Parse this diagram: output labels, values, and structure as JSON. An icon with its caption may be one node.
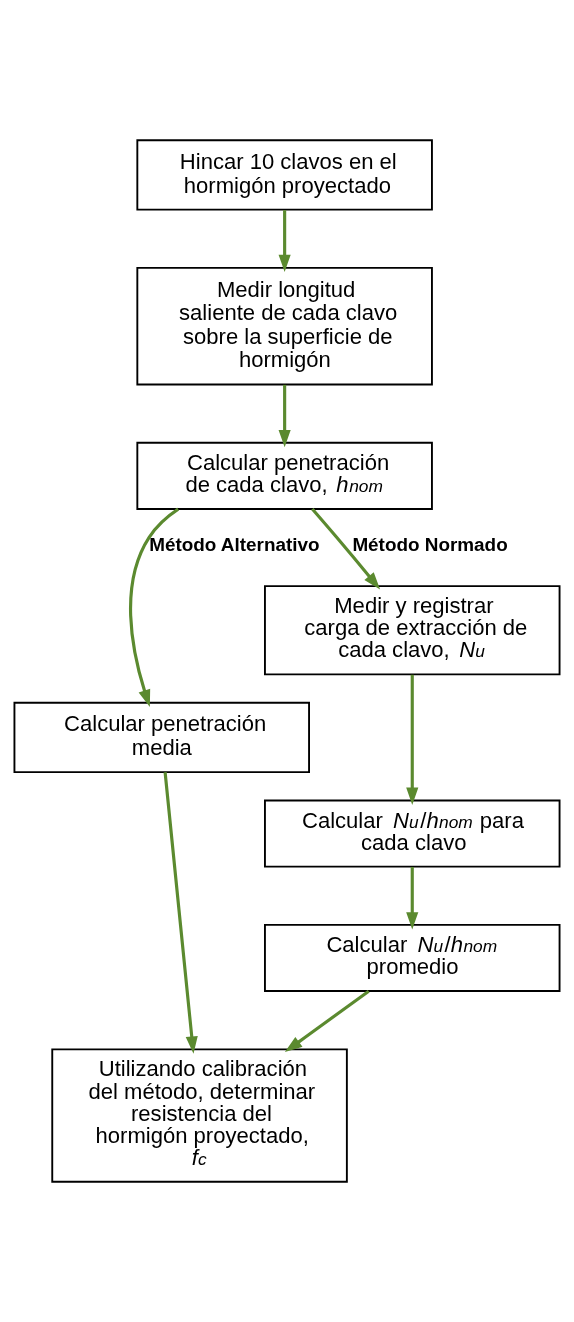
{
  "diagram": {
    "nodes": [
      {
        "text": [
          "Hincar 10 clavos en el hormigón proyectado"
        ]
      },
      {
        "text": [
          "Medir longitud saliente de cada clavo sobre la superficie de hormigón"
        ]
      },
      {
        "text": [
          "Calcular penetración de cada clavo, *h*$_{nom}$"
        ]
      },
      {
        "text": [
          "Calcular penetración media"
        ]
      },
      {
        "text": [
          "Medir y registrar carga de extracción de cada clavo, *N*$_{u}$"
        ]
      },
      {
        "text": [
          "Calcular *N*$_{u}$/*h*$_{nom}$ para cada clavo"
        ]
      },
      {
        "text": [
          "Calcular *N*$_{u}$/*h*$_{nom}$ promedio"
        ]
      },
      {
        "text": [
          "Utilizando calibración del método, determinar resistencia del hormigón proyectado, *f*$_{c}$"
        ]
      }
    ],
    "edges": [
      {
        "from": 0,
        "to": 1,
        "arrow": "to"
      },
      {
        "from": 1,
        "to": 2,
        "arrow": "to"
      },
      {
        "from": 2,
        "to": 3,
        "arrow": "to",
        "label": "Método Alternativo"
      },
      {
        "from": 2,
        "to": 4,
        "arrow": "to",
        "label": "Método Normado"
      },
      {
        "from": 4,
        "to": 5,
        "arrow": "to"
      },
      {
        "from": 5,
        "to": 6,
        "arrow": "to"
      },
      {
        "from": 3,
        "to": 7,
        "arrow": "to"
      },
      {
        "from": 6,
        "to": 7,
        "arrow": "to"
      }
    ]
  }
}
